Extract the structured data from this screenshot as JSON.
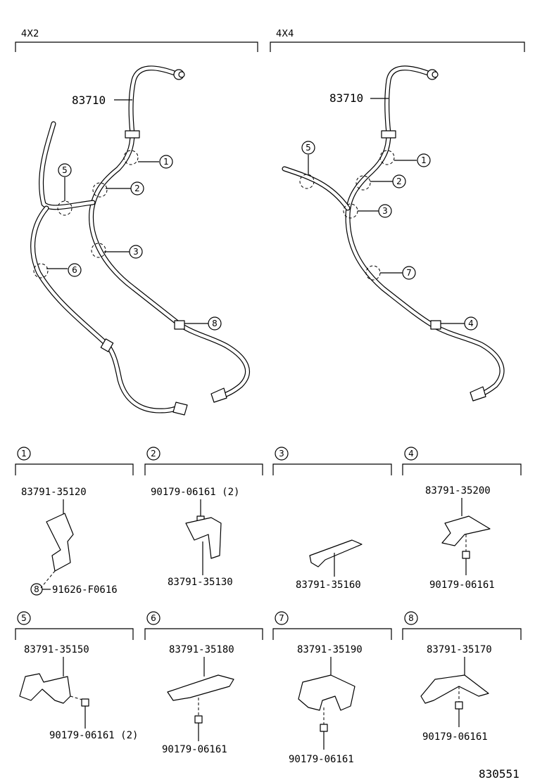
{
  "sections": {
    "left_header": "4X2",
    "right_header": "4X4"
  },
  "main_parts": {
    "left_cable": "83710",
    "right_cable": "83710"
  },
  "callouts_4x2": [
    "1",
    "2",
    "3",
    "5",
    "6",
    "8"
  ],
  "callouts_4x4": [
    "1",
    "2",
    "3",
    "4",
    "5",
    "7"
  ],
  "detail_boxes": [
    {
      "id": "1",
      "parts": [
        "83791-35120",
        "91626-F0616"
      ],
      "sub_marker": "8"
    },
    {
      "id": "2",
      "parts": [
        "90179-06161 (2)",
        "83791-35130"
      ]
    },
    {
      "id": "3",
      "parts": [
        "83791-35160"
      ]
    },
    {
      "id": "4",
      "parts": [
        "83791-35200",
        "90179-06161"
      ]
    },
    {
      "id": "5",
      "parts": [
        "83791-35150",
        "90179-06161 (2)"
      ]
    },
    {
      "id": "6",
      "parts": [
        "83791-35180",
        "90179-06161"
      ]
    },
    {
      "id": "7",
      "parts": [
        "83791-35190",
        "90179-06161"
      ]
    },
    {
      "id": "8",
      "parts": [
        "83791-35170",
        "90179-06161"
      ]
    }
  ],
  "figure_number": "830551"
}
